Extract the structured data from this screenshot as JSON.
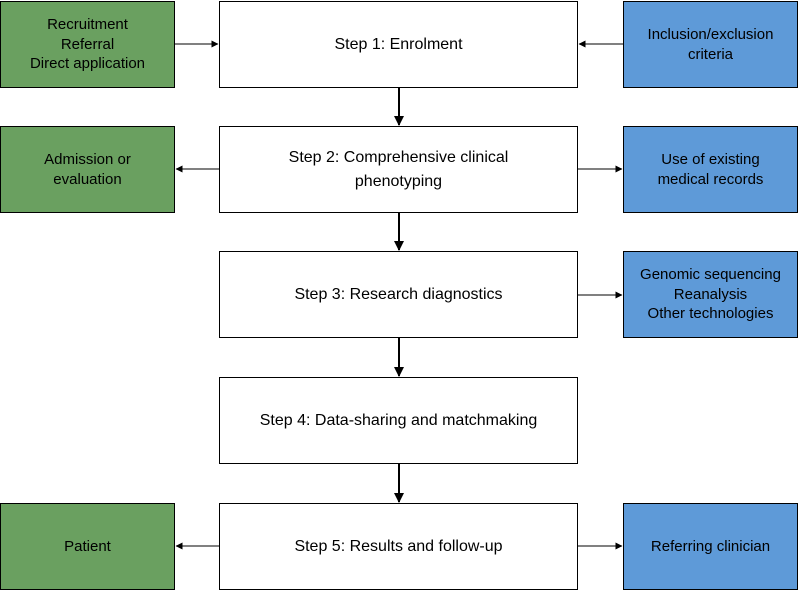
{
  "steps": [
    {
      "label": "Step 1: Enrolment"
    },
    {
      "label": "Step 2: Comprehensive clinical\nphenotyping"
    },
    {
      "label": "Step 3: Research diagnostics"
    },
    {
      "label": "Step 4: Data-sharing and matchmaking"
    },
    {
      "label": "Step 5: Results and follow-up"
    }
  ],
  "left_boxes": [
    {
      "text": "Recruitment\nReferral\nDirect application",
      "direction": "into-step"
    },
    {
      "text": "Admission or\nevaluation",
      "direction": "from-step"
    },
    {
      "text": "Patient",
      "direction": "from-step"
    }
  ],
  "right_boxes": [
    {
      "text": "Inclusion/exclusion\ncriteria",
      "direction": "into-step"
    },
    {
      "text": "Use of existing\nmedical records",
      "direction": "from-step"
    },
    {
      "text": "Genomic sequencing\nReanalysis\nOther technologies",
      "direction": "from-step"
    },
    {
      "text": "Referring clinician",
      "direction": "from-step"
    }
  ],
  "colors": {
    "left_fill": "#6aa060",
    "right_fill": "#5e9ad8",
    "step_fill": "#ffffff",
    "stroke": "#000000"
  }
}
